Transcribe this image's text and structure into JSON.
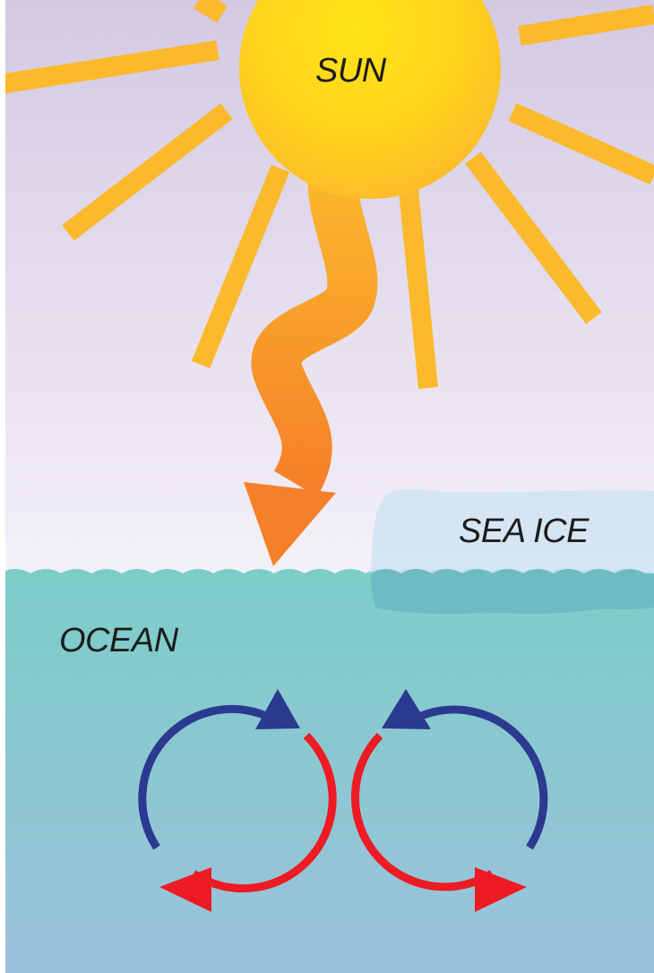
{
  "labels": {
    "sun": "SUN",
    "sea_ice": "SEA ICE",
    "ocean": "OCEAN"
  },
  "colors": {
    "sky_top": "#d4c9e2",
    "sky_bottom": "#f4f1f8",
    "sun_light": "#ffe418",
    "sun_dark": "#fbb92c",
    "ray": "#fbb92c",
    "beam_top": "#fbb92c",
    "beam_bottom": "#f58029",
    "ocean_top": "#7ccdc8",
    "ocean_bottom": "#9cc2dc",
    "ice": "#cfe3f2",
    "ice_submerged": "#5fb5bd",
    "cool_arrow": "#2b3990",
    "warm_arrow": "#ed1c24"
  },
  "icons": [
    "sun-icon",
    "sunlight-beam-arrow",
    "circulation-arrows"
  ]
}
